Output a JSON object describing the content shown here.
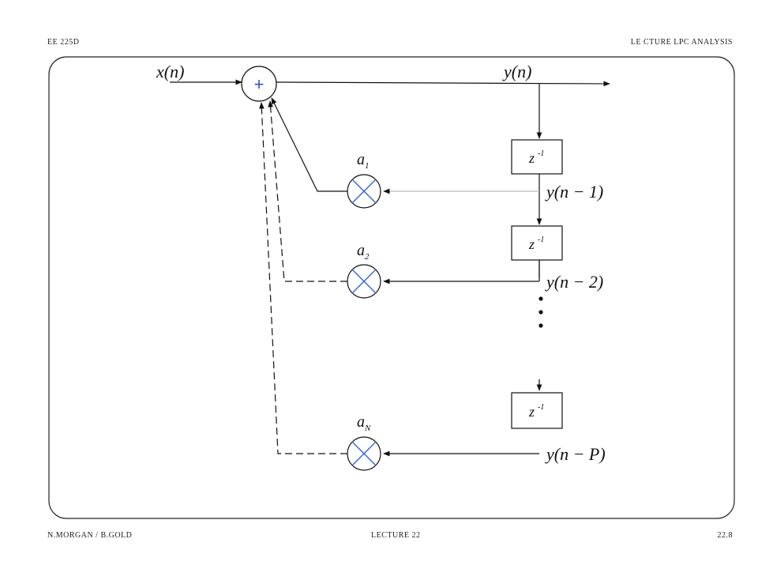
{
  "header": {
    "left": "EE 225D",
    "right": "LE  CTURE LPC ANALYSIS"
  },
  "footer": {
    "left": "N.MORGAN / B.GOLD",
    "center": "LECTURE  22",
    "right": "22.8"
  },
  "diagram": {
    "input_label": "x(n)",
    "output_label": "y(n)",
    "adder_symbol": "+",
    "delays": [
      "z-1",
      "z-1",
      "z-1"
    ],
    "delay_base": "z",
    "delay_exp": "-1",
    "coefficients": [
      {
        "base": "a",
        "sub": "1"
      },
      {
        "base": "a",
        "sub": "2"
      },
      {
        "base": "a",
        "sub": "N"
      }
    ],
    "taps": [
      "y(n − 1)",
      "y(n − 2)",
      "y(n − P)"
    ],
    "ellipsis": "⋮",
    "colors": {
      "line": "#111111",
      "adder_plus": "#3355cc",
      "multiplier_cross": "#3366dd"
    }
  }
}
